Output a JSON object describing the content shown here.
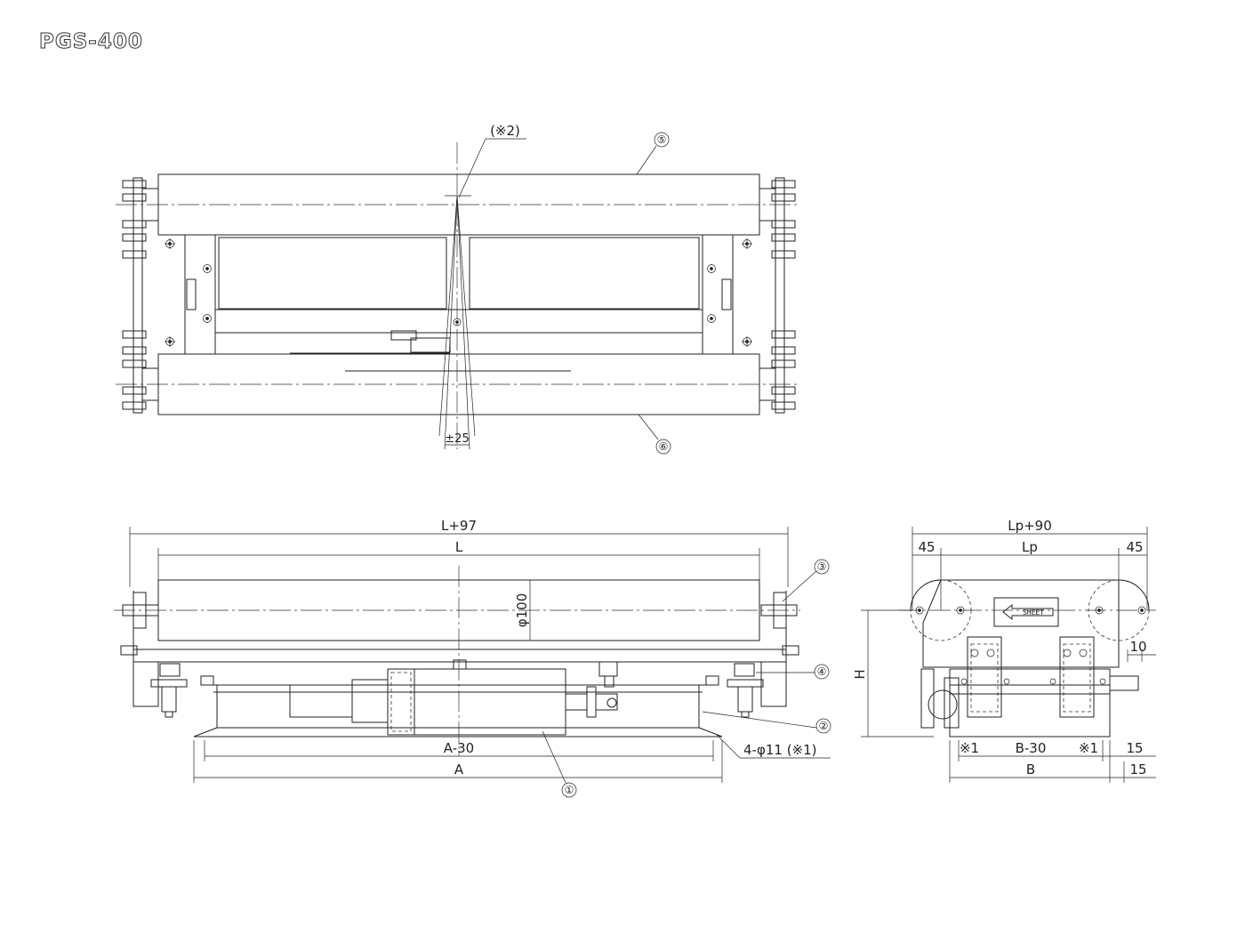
{
  "title": "PGS-400",
  "callouts": {
    "c1": "①",
    "c2": "②",
    "c3": "③",
    "c4": "④",
    "c5": "⑤",
    "c6": "⑥"
  },
  "dimensions": {
    "note2": "(※2)",
    "pm25": "±25",
    "l97": "L+97",
    "l": "L",
    "phi100": "φ100",
    "a30": "A-30",
    "a": "A",
    "holes": "4-φ11 (※1)",
    "lp90": "Lp+90",
    "lp": "Lp",
    "d45a": "45",
    "d45b": "45",
    "h": "H",
    "d10": "10",
    "note1a": "※1",
    "b30": "B-30",
    "note1b": "※1",
    "d15a": "15",
    "b": "B",
    "d15b": "15",
    "sheet": "SHEET"
  }
}
